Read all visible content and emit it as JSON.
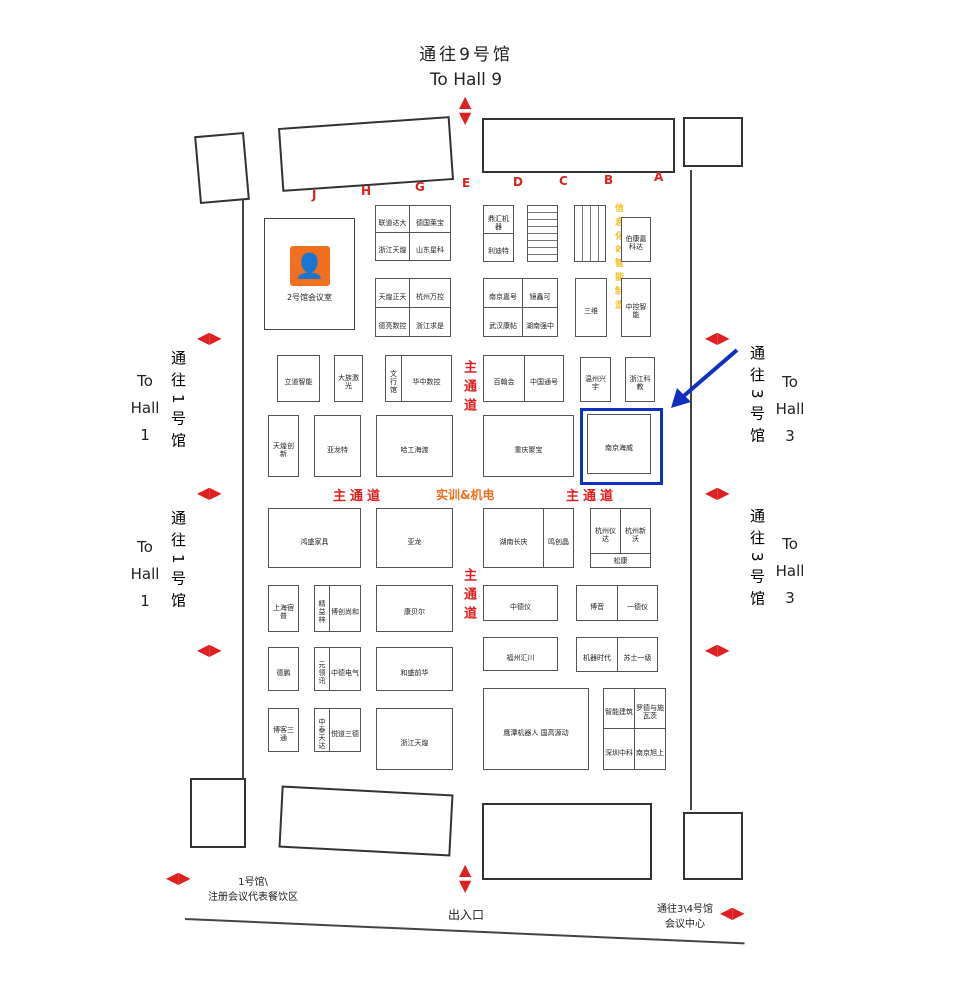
{
  "top": {
    "cn": "通往9号馆",
    "en": "To Hall 9"
  },
  "columns": [
    "J",
    "H",
    "G",
    "E",
    "D",
    "C",
    "B",
    "A"
  ],
  "meeting_room": "2号馆会议室",
  "left_exit": {
    "cn": "通往1号馆",
    "to": "To",
    "hall": "Hall",
    "num": "1"
  },
  "right_exit": {
    "cn": "通往3号馆",
    "to": "To",
    "hall": "Hall",
    "num": "3"
  },
  "channels": {
    "main": "主通道",
    "center": "实训&机电",
    "zone": "信息化&智能制造"
  },
  "bottom": {
    "left1": "1号馆\\",
    "left2": "注册会议代表餐饮区",
    "entrance": "出入口",
    "right1": "通往3\\4号馆",
    "right2": "会议中心"
  },
  "booths": [
    "联道达大",
    "德国莱宝",
    "浙江天煌",
    "山东星科",
    "天煌正天",
    "杭州万控",
    "德亮数控",
    "浙江求是",
    "鼎汇机器",
    "利迪特",
    "南京嘉号",
    "镜鑫可",
    "武汉康帖",
    "湖南强中",
    "伯康嘉科达",
    "三维",
    "中控智能",
    "立道智能",
    "大族激光",
    "文行馆",
    "华中数控",
    "百翰会",
    "中国通号",
    "温州兴宇",
    "浙江科教",
    "天煌创新",
    "亚龙特",
    "哈工海渡",
    "重庆聚宝",
    "南京海威",
    "鸿盛家具",
    "亚龙",
    "湖南长庆",
    "鸣创晶",
    "杭州仪达",
    "杭州新沃",
    "松康",
    "上海宿普",
    "精益梓",
    "博创尚和",
    "康贝尔",
    "中德仪",
    "博音",
    "一德仪",
    "德鹏",
    "元领讯",
    "中德电气",
    "和盛前华",
    "福州汇川",
    "机器时代",
    "苏士一级",
    "博客三通",
    "中泰天达",
    "悦道三德",
    "浙江天煌",
    "鹰潭机器人 国高源动",
    "智能建筑",
    "罗德与施瓦茨",
    "深圳中科",
    "南京旭上"
  ],
  "colors": {
    "red": "#e02020",
    "highlight": "#1030c0",
    "orange": "#f07020",
    "yellow": "#f0c020"
  }
}
